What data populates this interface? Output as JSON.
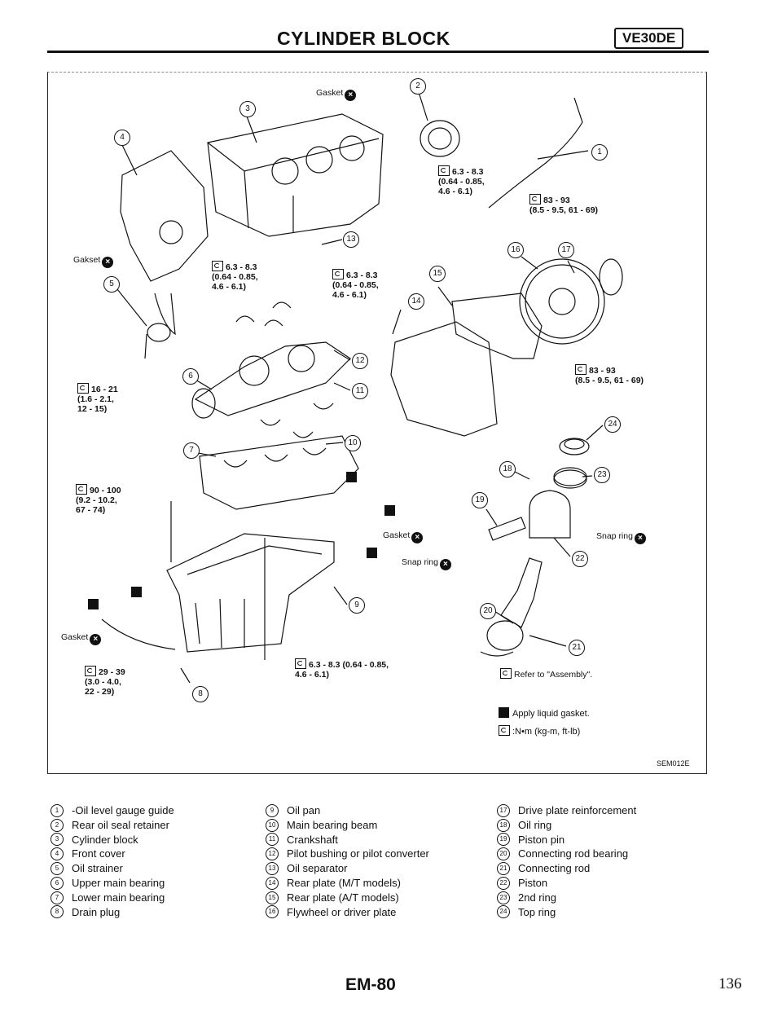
{
  "header": {
    "title": "CYLINDER BLOCK",
    "engine": "VE30DE"
  },
  "diagram": {
    "callouts": [
      "1",
      "2",
      "3",
      "4",
      "5",
      "6",
      "7",
      "8",
      "9",
      "10",
      "11",
      "12",
      "13",
      "14",
      "15",
      "16",
      "17",
      "18",
      "19",
      "20",
      "21",
      "22",
      "23",
      "24"
    ],
    "labels": {
      "gasket_top": "Gasket",
      "gasket_left": "Gakset",
      "gasket_mid": "Gasket",
      "gasket_bottom": "Gasket",
      "snap_ring_mid": "Snap ring",
      "snap_ring_right": "Snap ring"
    },
    "torques": {
      "t1": "6.3 - 8.3\n(0.64 - 0.85,\n4.6 - 6.1)",
      "t2": "83 - 93\n(8.5 - 9.5, 61 - 69)",
      "t3": "6.3 - 8.3\n(0.64 - 0.85,\n4.6 - 6.1)",
      "t4": "6.3 - 8.3\n(0.64 - 0.85,\n4.6 - 6.1)",
      "t5": "16 - 21\n(1.6 - 2.1,\n12 - 15)",
      "t6": "83 - 93\n(8.5 - 9.5, 61 - 69)",
      "t7": "90 - 100\n(9.2 - 10.2,\n67 - 74)",
      "t8": "29 - 39\n(3.0 - 4.0,\n22 - 29)",
      "t9": "6.3 - 8.3 (0.64 - 0.85,\n4.6 - 6.1)"
    },
    "refer": "Refer to \"Assembly\".",
    "legend": {
      "liquid_gasket": "Apply liquid gasket.",
      "torque_units": ":N•m (kg-m, ft-lb)"
    },
    "code": "SEM012E"
  },
  "parts": {
    "col1": [
      {
        "n": "1",
        "label": "-Oil level gauge guide"
      },
      {
        "n": "2",
        "label": "Rear oil seal retainer"
      },
      {
        "n": "3",
        "label": "Cylinder block"
      },
      {
        "n": "4",
        "label": "Front cover"
      },
      {
        "n": "5",
        "label": "Oil strainer"
      },
      {
        "n": "6",
        "label": "Upper main bearing"
      },
      {
        "n": "7",
        "label": "Lower main bearing"
      },
      {
        "n": "8",
        "label": "Drain plug"
      }
    ],
    "col2": [
      {
        "n": "9",
        "label": "Oil pan"
      },
      {
        "n": "10",
        "label": "Main bearing beam"
      },
      {
        "n": "11",
        "label": "Crankshaft"
      },
      {
        "n": "12",
        "label": "Pilot bushing or pilot converter"
      },
      {
        "n": "13",
        "label": "Oil separator"
      },
      {
        "n": "14",
        "label": "Rear plate (M/T models)"
      },
      {
        "n": "15",
        "label": "Rear plate (A/T models)"
      },
      {
        "n": "16",
        "label": "Flywheel or driver plate"
      }
    ],
    "col3": [
      {
        "n": "17",
        "label": "Drive plate reinforcement"
      },
      {
        "n": "18",
        "label": "Oil ring"
      },
      {
        "n": "19",
        "label": "Piston pin"
      },
      {
        "n": "20",
        "label": "Connecting rod bearing"
      },
      {
        "n": "21",
        "label": "Connecting rod"
      },
      {
        "n": "22",
        "label": "Piston"
      },
      {
        "n": "23",
        "label": "2nd ring"
      },
      {
        "n": "24",
        "label": "Top ring"
      }
    ]
  },
  "footer": {
    "section": "EM-80",
    "page": "136"
  }
}
